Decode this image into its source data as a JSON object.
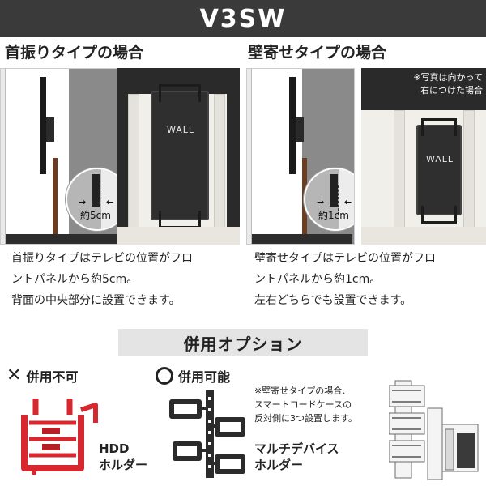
{
  "banner": {
    "title": "V3SW"
  },
  "headings": {
    "swivel": "首振りタイプの場合",
    "wall": "壁寄せタイプの場合"
  },
  "diagrams": {
    "swivel_distance": "約5cm",
    "wall_distance": "約1cm"
  },
  "photos": {
    "logo_text": "WALL",
    "note_line1": "※写真は向かって",
    "note_line2": "右につけた場合"
  },
  "descriptions": {
    "swivel": [
      "首振りタイプはテレビの位置がフロ",
      "ントパネルから約5cm。",
      "背面の中央部分に設置できます。"
    ],
    "wall": [
      "壁寄せタイプはテレビの位置がフロ",
      "ントパネルから約1cm。",
      "左右どちらでも設置できます。"
    ]
  },
  "options": {
    "title": "併用オプション",
    "not_allowed": {
      "mark": "✕",
      "label": "併用不可"
    },
    "allowed": {
      "label": "併用可能"
    }
  },
  "products": {
    "hdd": {
      "line1": "HDD",
      "line2": "ホルダー",
      "color": "#d7282f"
    },
    "multi": {
      "line1": "マルチデバイス",
      "line2": "ホルダー",
      "color": "#2b2b2b"
    }
  },
  "side_note": {
    "line1": "※壁寄せタイプの場合、",
    "line2": "スマートコードケースの",
    "line3": "反対側に3つ設置します。"
  },
  "colors": {
    "banner_bg": "#3a3a3a",
    "option_bar_bg": "#e4e4e4",
    "hdd_red": "#d7282f",
    "pole_brown": "#6b3e22"
  }
}
